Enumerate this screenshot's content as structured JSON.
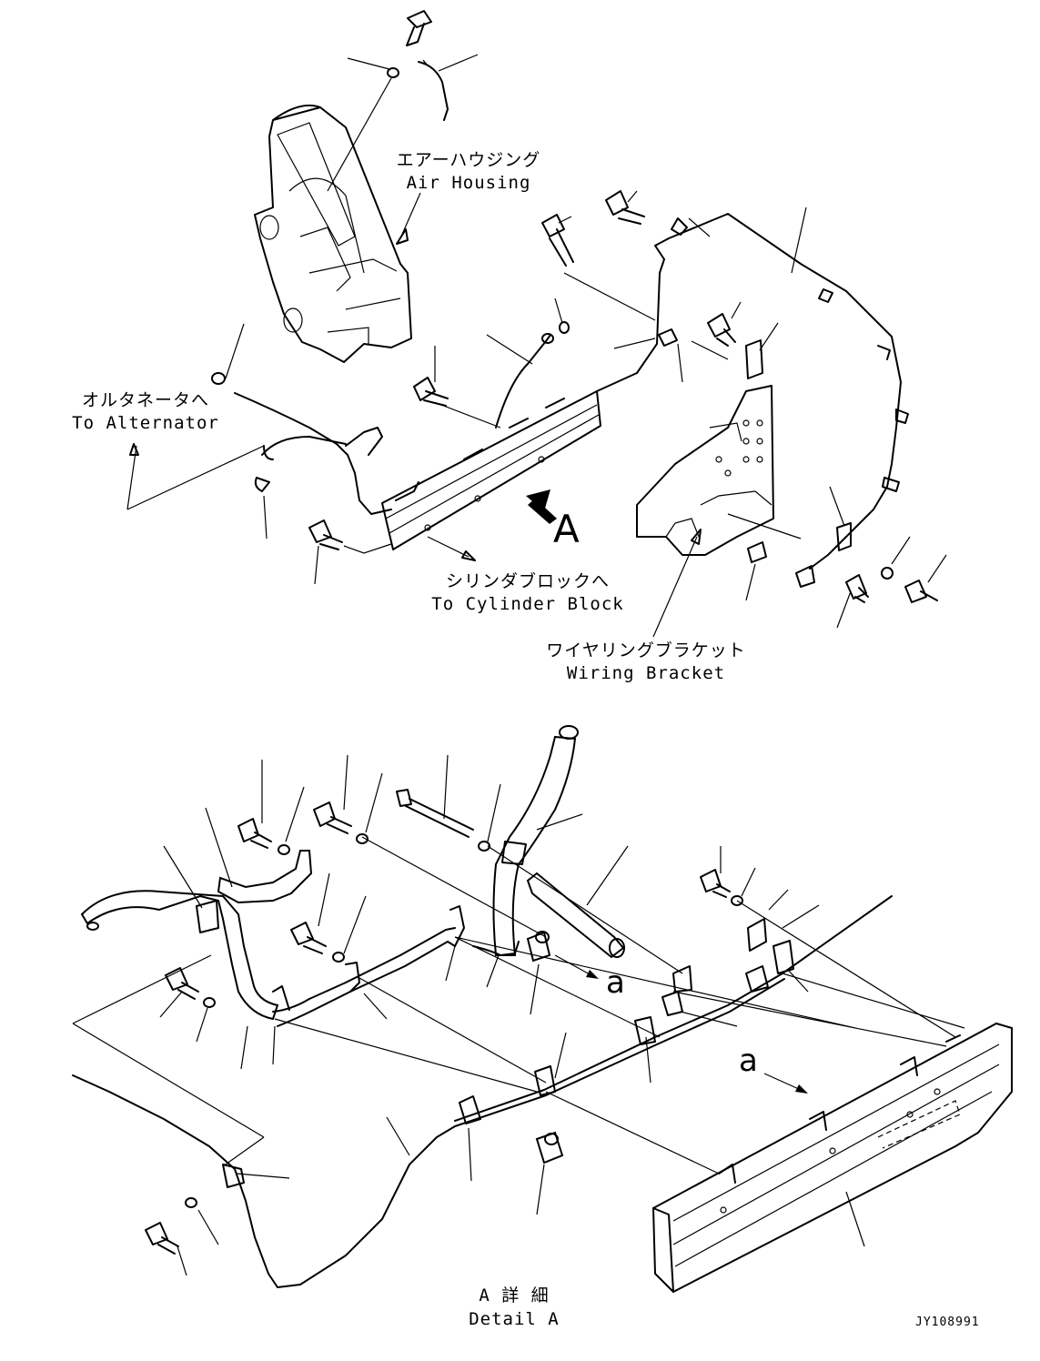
{
  "labels": {
    "air_housing_jp": "エアーハウジング",
    "air_housing_en": "Air Housing",
    "to_alternator_jp": "オルタネータへ",
    "to_alternator_en": "To Alternator",
    "to_cylinder_block_jp": "シリンダブロックへ",
    "to_cylinder_block_en": "To Cylinder Block",
    "wiring_bracket_jp": "ワイヤリングブラケット",
    "wiring_bracket_en": "Wiring Bracket",
    "view_marker": "A",
    "detail_marker_1": "a",
    "detail_marker_2": "a",
    "detail_title_jp": "A 詳 細",
    "detail_title_en": "Detail A",
    "drawing_number": "JY108991"
  }
}
